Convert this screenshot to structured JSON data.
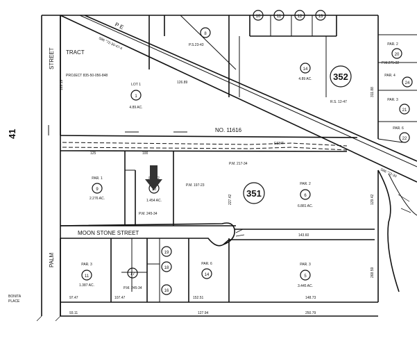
{
  "map": {
    "page_number": "41",
    "street_labels": {
      "palm_street_top": "STREET",
      "palm_street_bottom": "PALM",
      "moonstone": "MOON  STONE  STREET",
      "road_letters": "P  E",
      "bonita_line1": "BONITA",
      "bonita_line2": "PLACE"
    },
    "tract": {
      "word": "TRACT",
      "number": "NO. 11616",
      "project": "PROJECT 835-50-056-848",
      "easement": "ESMT."
    },
    "book_pages": {
      "p352": "352",
      "p351": "351"
    },
    "road_bearings": {
      "upper": "S86 °72-30-47-4",
      "right": "S86 °72-30"
    },
    "recorded": {
      "ps23_43": "P.S.23-43",
      "rs12_47": "R.S. 12-47",
      "pm_217_34": "P.M. 217-34",
      "pm_197_23": "P.M. 197-23",
      "pm_245_34a": "P.M. 245-34",
      "pm_245_34b": "P.M. 245-34",
      "pm_275_32": "P.M.275-32"
    },
    "parcels": [
      {
        "id": "lot1",
        "head": "LOT 1",
        "num": "1",
        "acres": "4.89 AC."
      },
      {
        "id": "p14top",
        "head": "",
        "num": "14",
        "acres": "4.89 AC."
      },
      {
        "id": "p8top",
        "head": "",
        "num": "8",
        "acres": ""
      },
      {
        "id": "p9",
        "head": "PAR. 1",
        "num": "9",
        "acres": "2.276 AC."
      },
      {
        "id": "p10",
        "head": "PAR. 2",
        "num": "10",
        "acres": "1.454 AC."
      },
      {
        "id": "p6",
        "head": "PAR. 2",
        "num": "6",
        "acres": "6.881 AC."
      },
      {
        "id": "p11",
        "head": "PAR. 3",
        "num": "11",
        "acres": "1.387 AC."
      },
      {
        "id": "p17",
        "head": "",
        "num": "17",
        "acres": ""
      },
      {
        "id": "p19",
        "head": "",
        "num": "19",
        "acres": ""
      },
      {
        "id": "p18",
        "head": "",
        "num": "18",
        "acres": ""
      },
      {
        "id": "p16",
        "head": "",
        "num": "16",
        "acres": ""
      },
      {
        "id": "p14b",
        "head": "PAR. 6",
        "num": "14",
        "acres": ""
      },
      {
        "id": "p5",
        "head": "PAR. 3",
        "num": "5",
        "acres": "3.445 AC."
      }
    ],
    "top_lots": [
      "10",
      "11",
      "12",
      "13"
    ],
    "right_parcels": [
      {
        "head": "PAR. 2",
        "num": "20"
      },
      {
        "head": "PAR. 4",
        "num": "24"
      },
      {
        "head": "PAR. 3",
        "num": "21"
      },
      {
        "head": "PAR. 6",
        "num": "22"
      }
    ],
    "dimensions": {
      "d1": "169.19",
      "d2": "126.89",
      "d3": "125",
      "d4": "100",
      "d5": "227.42",
      "d6": "129.42",
      "d7": "97.47",
      "d8": "107.47",
      "d9": "152.51",
      "d10": "148.73",
      "d11": "268.59",
      "d12": "143.60",
      "d13": "93.11",
      "d14": "127.94",
      "d15": "250.79",
      "d16": "311.88"
    }
  }
}
